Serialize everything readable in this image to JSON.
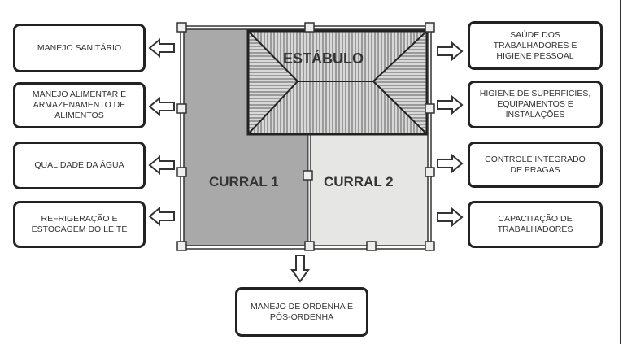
{
  "diagram": {
    "stable": "ESTÁBULO",
    "pen1": "CURRAL 1",
    "pen2": "CURRAL 2",
    "left_boxes": [
      "MANEJO SANITÁRIO",
      "MANEJO ALIMENTAR E\nARMAZENAMENTO DE\nALIMENTOS",
      "QUALIDADE DA ÁGUA",
      "REFRIGERAÇÃO E\nESTOCAGEM DO LEITE"
    ],
    "right_boxes": [
      "SAÚDE DOS\nTRABALHADORES E\nHIGIENE PESSOAL",
      "HIGIENE DE SUPERFÍCIES,\nEQUIPAMENTOS E\nINSTALAÇÕES",
      "CONTROLE INTEGRADO\nDE PRAGAS",
      "CAPACITAÇÃO DE\nTRABALHADORES"
    ],
    "bottom_box": "MANEJO DE ORDENHA E\nPÓS-ORDENHA"
  }
}
